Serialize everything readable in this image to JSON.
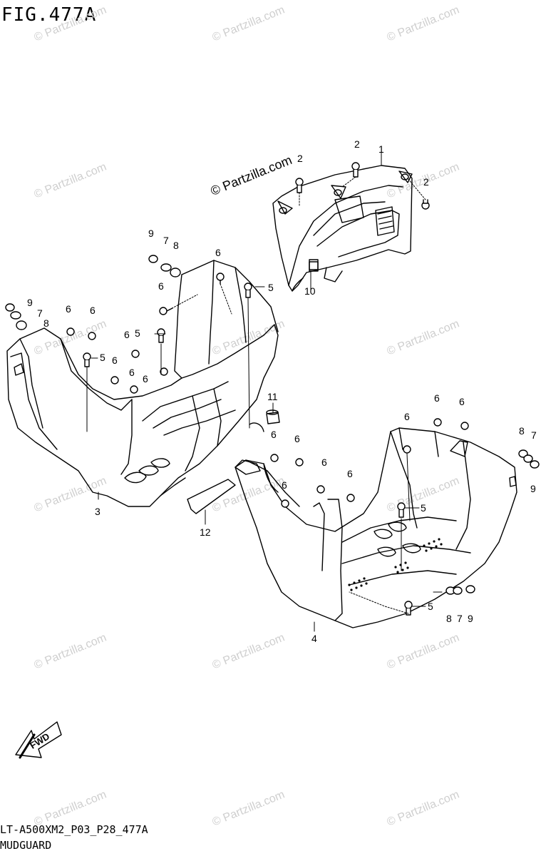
{
  "title": "FIG.477A",
  "footer": {
    "code": "LT-A500XM2_P03_P28_477A",
    "name": "MUDGUARD"
  },
  "watermark": {
    "main": "© Partzilla.com",
    "repeat": "© Partzilla.com"
  },
  "fwd_label": "FWD",
  "callouts": {
    "c1": "1",
    "c2a": "2",
    "c2b": "2",
    "c2c": "2",
    "c3": "3",
    "c4": "4",
    "c5a": "5",
    "c5b": "5",
    "c5c": "5",
    "c5d": "5",
    "c5e": "5",
    "c6a": "6",
    "c6b": "6",
    "c6c": "6",
    "c6d": "6",
    "c6e": "6",
    "c6f": "6",
    "c6g": "6",
    "c6h": "6",
    "c6i": "6",
    "c6j": "6",
    "c6k": "6",
    "c6l": "6",
    "c6m": "6",
    "c6n": "6",
    "c6o": "6",
    "c7a": "7",
    "c7b": "7",
    "c7c": "7",
    "c7d": "7",
    "c8a": "8",
    "c8b": "8",
    "c8c": "8",
    "c8d": "8",
    "c9a": "9",
    "c9b": "9",
    "c9c": "9",
    "c9d": "9",
    "c10": "10",
    "c11": "11",
    "c12": "12"
  }
}
